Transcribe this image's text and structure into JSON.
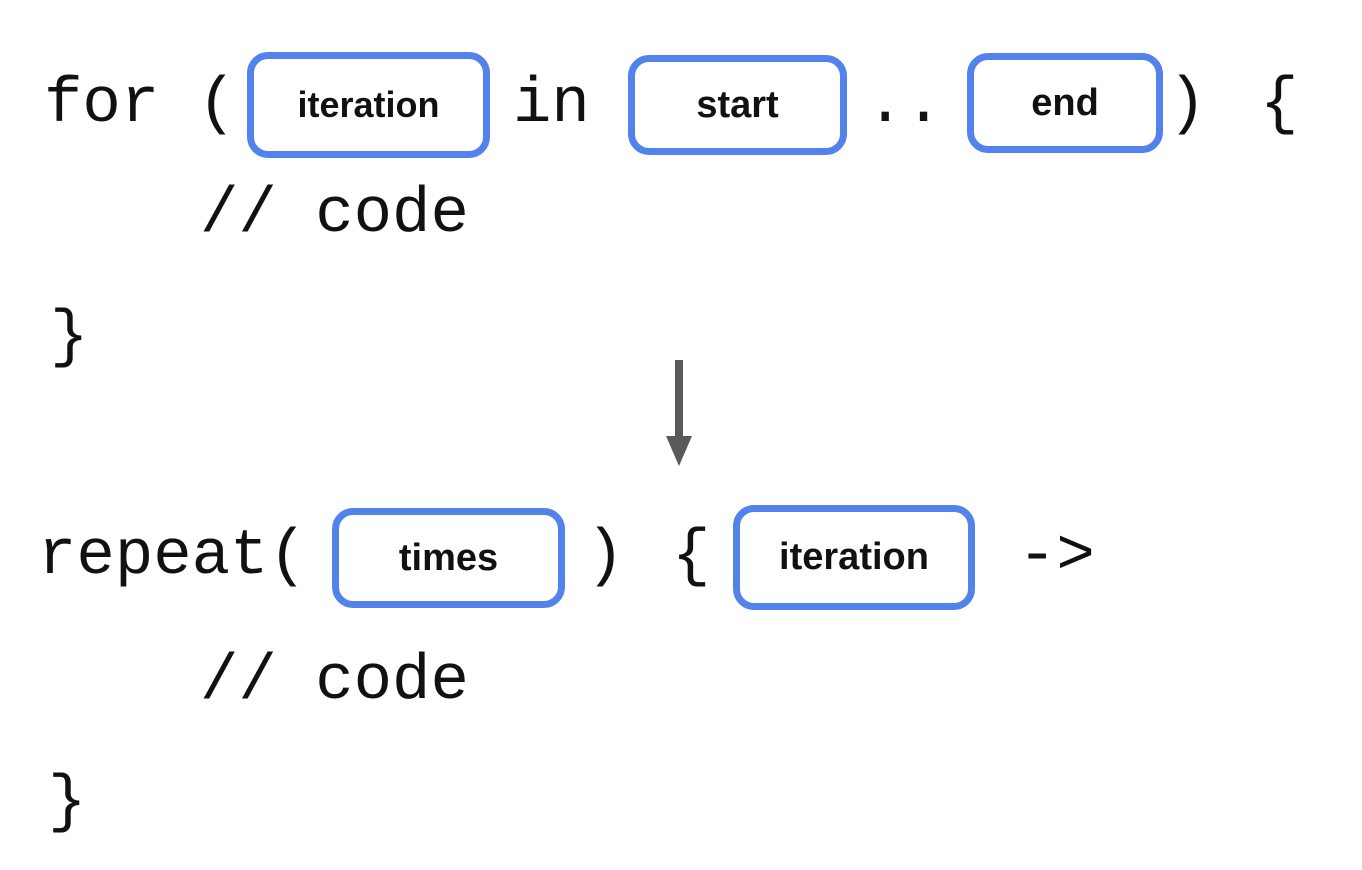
{
  "colors": {
    "accent_blue": "#5283EC",
    "text_black": "#111111",
    "arrow_gray": "#595A5C",
    "background": "#FFFFFF"
  },
  "before": {
    "keyword": "for (",
    "slot_iteration": "iteration",
    "in_keyword": "in",
    "slot_start": "start",
    "range_dots": "..",
    "slot_end": "end",
    "close_paren": ")",
    "open_brace": "{",
    "body_comment": "// code",
    "closing_brace": "}"
  },
  "arrow": {
    "icon": "down-arrow"
  },
  "after": {
    "keyword": "repeat(",
    "slot_times": "times",
    "close_paren": ")",
    "open_brace": "{",
    "slot_iteration": "iteration",
    "lambda_arrow": "->",
    "body_comment": "// code",
    "closing_brace": "}"
  }
}
